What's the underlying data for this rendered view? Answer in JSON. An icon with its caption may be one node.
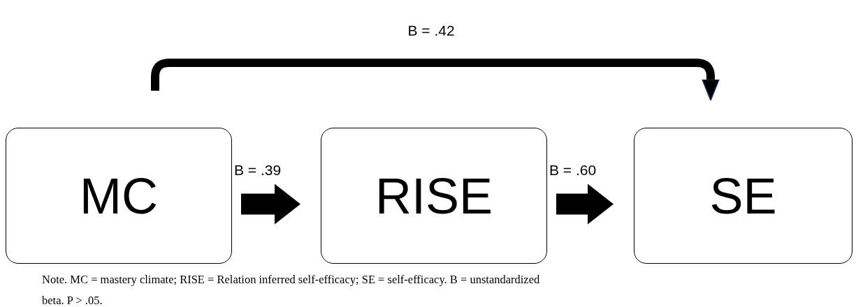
{
  "diagram": {
    "caption": "Note. MC = mastery climate; RISE = Relation inferred self-efficacy; SE = self-efficacy. B = unstandardized beta. P > .05.",
    "nodes": [
      {
        "text": [
          "MC"
        ]
      },
      {
        "text": [
          "RISE"
        ]
      },
      {
        "text": [
          "SE"
        ]
      }
    ],
    "edges": [
      {
        "from": 0,
        "to": 1,
        "arrow": "to",
        "label": "B = .39"
      },
      {
        "from": 1,
        "to": 2,
        "arrow": "to",
        "label": "B = .60"
      },
      {
        "from": 0,
        "to": 2,
        "arrow": "to",
        "label": "B = .42"
      }
    ]
  }
}
